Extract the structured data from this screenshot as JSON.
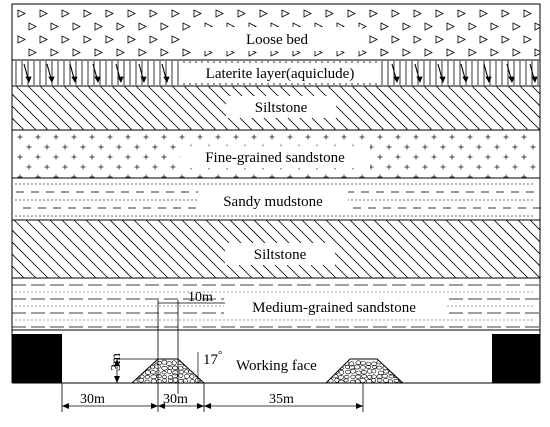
{
  "layers": [
    {
      "key": "loose_bed",
      "label": "Loose bed"
    },
    {
      "key": "laterite",
      "label": "Laterite layer(aquiclude)"
    },
    {
      "key": "siltstone_upper",
      "label": "Siltstone"
    },
    {
      "key": "fine_sandstone",
      "label": "Fine-grained sandstone"
    },
    {
      "key": "sandy_mudstone",
      "label": "Sandy mudstone"
    },
    {
      "key": "siltstone_lower",
      "label": "Siltstone"
    },
    {
      "key": "medium_sandstone",
      "label": "Medium-grained sandstone"
    }
  ],
  "working_face": {
    "label": "Working face",
    "angle": "17",
    "degree_symbol": "°"
  },
  "dimensions": {
    "gap": "10m",
    "height": "3m",
    "left": "30m",
    "middle": "30m",
    "right": "35m"
  }
}
